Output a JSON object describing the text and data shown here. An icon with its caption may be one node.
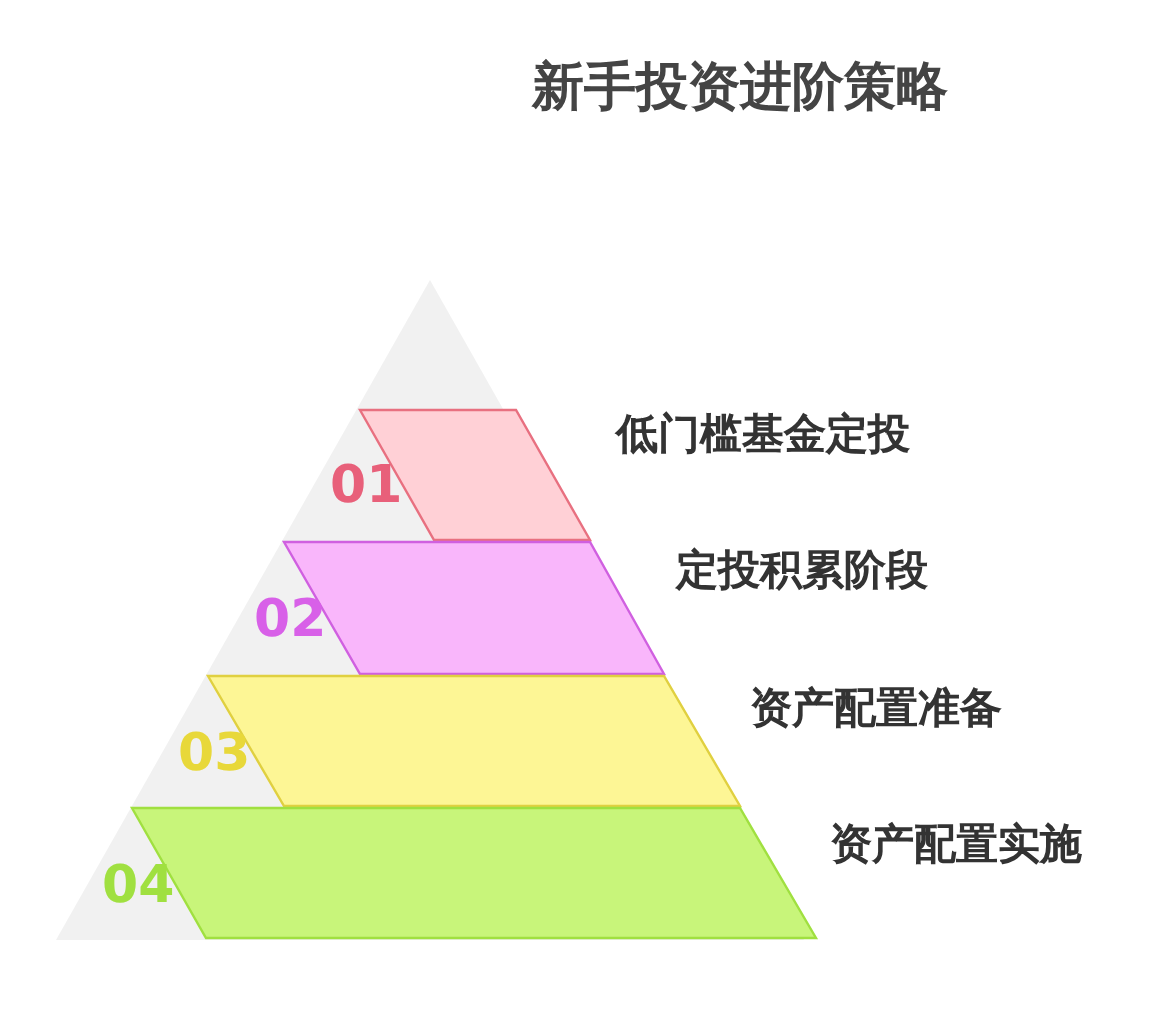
{
  "diagram": {
    "title": "新手投资进阶策略",
    "nodes": [
      {
        "text": [],
        "shape": "parallelogram",
        "beside": [
          "01",
          "低门槛基金定投"
        ]
      },
      {
        "text": [],
        "shape": "parallelogram",
        "beside": [
          "02",
          "定投积累阶段"
        ]
      },
      {
        "text": [],
        "shape": "parallelogram",
        "beside": [
          "03",
          "资产配置准备"
        ]
      },
      {
        "text": [],
        "shape": "parallelogram",
        "beside": [
          "04",
          "资产配置实施"
        ]
      }
    ],
    "edges": []
  }
}
